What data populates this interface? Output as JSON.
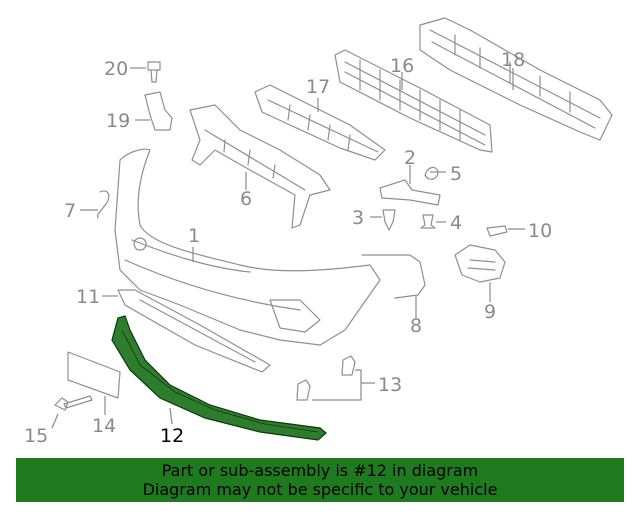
{
  "callouts": {
    "c1": "1",
    "c2": "2",
    "c3": "3",
    "c4": "4",
    "c5": "5",
    "c6": "6",
    "c7": "7",
    "c8": "8",
    "c9": "9",
    "c10": "10",
    "c11": "11",
    "c12": "12",
    "c13": "13",
    "c14": "14",
    "c15": "15",
    "c16": "16",
    "c17": "17",
    "c18": "18",
    "c19": "19",
    "c20": "20"
  },
  "highlight_color": "#1f7a1f",
  "banner": {
    "line1": "Part or sub-assembly is #12 in diagram",
    "line2": "Diagram may not be specific to your vehicle"
  }
}
